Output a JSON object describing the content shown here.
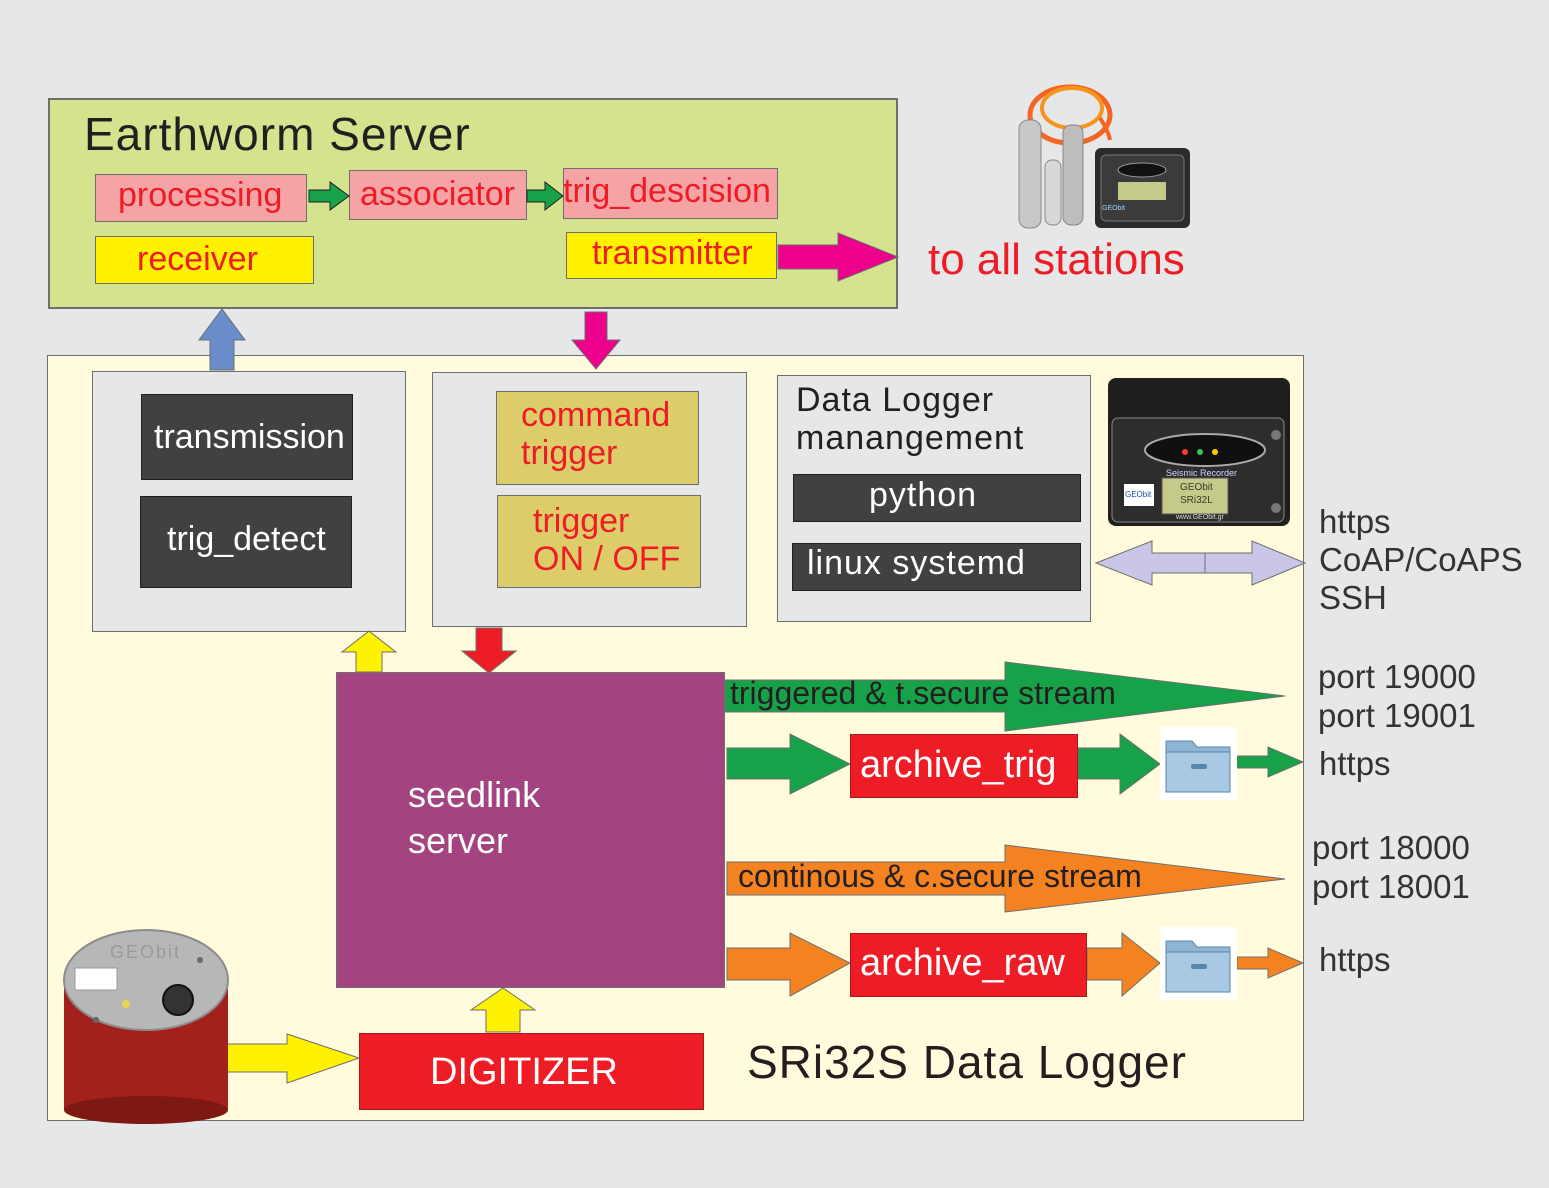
{
  "colors": {
    "background": "#e6e7e8",
    "earthworm_panel": "#d6e38e",
    "logger_panel": "#fffbdc",
    "pink_box": "#f6a3a6",
    "yellow_box": "#fff200",
    "khaki_box": "#dccd6a",
    "dark_box": "#414042",
    "seedlink": "#a3437f",
    "red_box": "#ee1c25",
    "green_arrow": "#17a24a",
    "orange_arrow": "#f58220",
    "magenta_arrow": "#ec008c",
    "blue_arrow": "#6b8ccb",
    "lavender_arrow": "#c9c6e8"
  },
  "earthworm": {
    "title": "Earthworm Server",
    "processing": "processing",
    "associator": "associator",
    "trig_decision": "trig_descision",
    "receiver": "receiver",
    "transmitter": "transmitter"
  },
  "stations_label": "to all stations",
  "transmission_group": {
    "transmission": "transmission",
    "trig_detect": "trig_detect"
  },
  "trigger_group": {
    "command_line1": "command",
    "command_line2": "trigger",
    "onoff_line1": "trigger",
    "onoff_line2": "ON / OFF"
  },
  "management": {
    "title_line1": "Data Logger",
    "title_line2": "manangement",
    "python": "python",
    "systemd": "linux systemd"
  },
  "protocols": {
    "line1": "https",
    "line2": "CoAP/CoAPS",
    "line3": "SSH"
  },
  "seedlink": {
    "line1": "seedlink",
    "line2": "server"
  },
  "streams": {
    "triggered": "triggered & t.secure stream",
    "continuous": "continous & c.secure stream"
  },
  "archives": {
    "trig": "archive_trig",
    "raw": "archive_raw"
  },
  "ports": {
    "trig_port1": "port 19000",
    "trig_port2": "port 19001",
    "trig_https": "https",
    "raw_port1": "port 18000",
    "raw_port2": "port 18001",
    "raw_https": "https"
  },
  "digitizer": "DIGITIZER",
  "logger_title": "SRi32S Data Logger",
  "device_labels": {
    "screen_caption": "Seismic Recorder",
    "screen_line1": "GEObit",
    "screen_line2": "SRi32L",
    "brand": "GEObit",
    "url": "www.GEObit.gr"
  }
}
